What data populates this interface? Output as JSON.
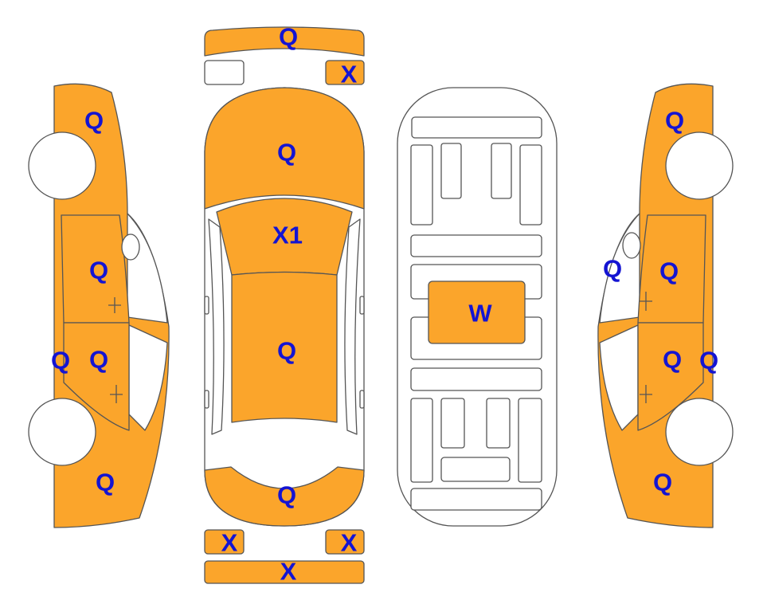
{
  "colors": {
    "damage_fill": "#fba52b",
    "outline": "#555555",
    "label": "#1414d2"
  },
  "panels": {
    "front_bumper": "Q",
    "front_right_lamp": "X",
    "hood": "Q",
    "windshield": "X1",
    "roof": "Q",
    "trunk": "Q",
    "rear_left_lamp": "X",
    "rear_right_lamp": "X",
    "rear_bumper": "X",
    "interior_center": "W",
    "left_front_fender": "Q",
    "left_front_door": "Q",
    "left_rear_door": "Q",
    "left_rocker": "Q",
    "left_rear_quarter": "Q",
    "right_front_fender": "Q",
    "right_mirror": "Q",
    "right_front_door": "Q",
    "right_rear_door": "Q",
    "right_rocker": "Q",
    "right_rear_quarter": "Q"
  }
}
